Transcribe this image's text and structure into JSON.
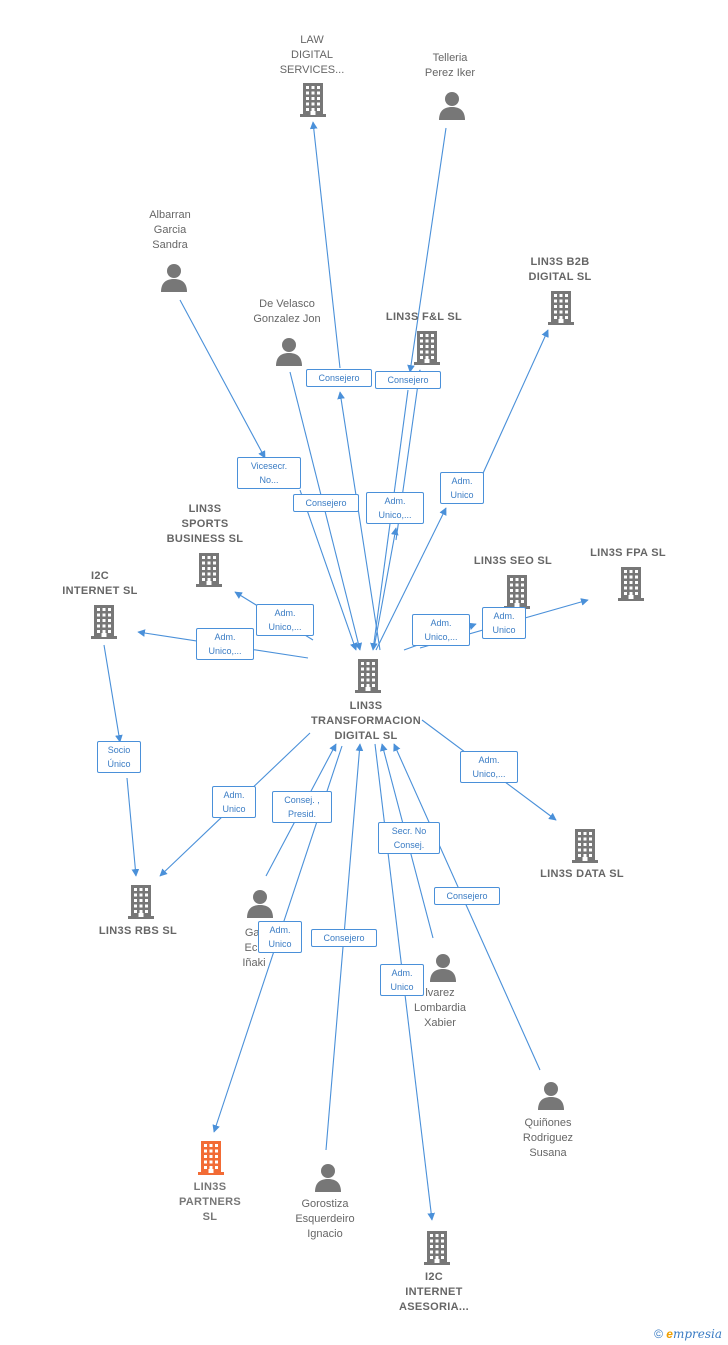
{
  "colors": {
    "edge": "#4a90d9",
    "node": "#777777",
    "highlight": "#f26b35"
  },
  "nodes": {
    "law": {
      "label": "LAW\nDIGITAL\nSERVICES...",
      "kind": "company"
    },
    "telleria": {
      "label": "Telleria\nPerez Iker",
      "kind": "person"
    },
    "albarran": {
      "label": "Albarran\nGarcia\nSandra",
      "kind": "person"
    },
    "develasco": {
      "label": "De Velasco\nGonzalez Jon",
      "kind": "person"
    },
    "fl": {
      "label": "LIN3S F&L SL",
      "kind": "company"
    },
    "b2b": {
      "label": "LIN3S B2B\nDIGITAL SL",
      "kind": "company"
    },
    "sports": {
      "label": "LIN3S\nSPORTS\nBUSINESS SL",
      "kind": "company"
    },
    "i2c": {
      "label": "I2C\nINTERNET SL",
      "kind": "company"
    },
    "seo": {
      "label": "LIN3S SEO SL",
      "kind": "company"
    },
    "fpa": {
      "label": "LIN3S FPA SL",
      "kind": "company"
    },
    "center": {
      "label": "LIN3S\nTRANSFORMACION\nDIGITAL SL",
      "kind": "company"
    },
    "rbs": {
      "label": "LIN3S RBS SL",
      "kind": "company"
    },
    "garcia": {
      "label": "Gar\nEch\nIñaki",
      "kind": "person"
    },
    "data": {
      "label": "LIN3S DATA SL",
      "kind": "company"
    },
    "alvarez": {
      "label": "lvarez\nLombardia\nXabier",
      "kind": "person"
    },
    "quinones": {
      "label": "Quiñones\nRodriguez\nSusana",
      "kind": "person"
    },
    "partners": {
      "label": "LIN3S\nPARTNERS\nSL",
      "kind": "company",
      "highlight": true
    },
    "gorostiza": {
      "label": "Gorostiza\nEsquerdeiro\nIgnacio",
      "kind": "person"
    },
    "i2casesoria": {
      "label": "I2C\nINTERNET\nASESORIA...",
      "kind": "company"
    }
  },
  "edge_labels": {
    "law_consejero": "Consejero",
    "fl_consejero": "Consejero",
    "albarran_vicesecr": "Vicesecr.\nNo...",
    "develasco_consejero": "Consejero",
    "fl_adm": "Adm.\nUnico,...",
    "b2b_adm": "Adm.\nUnico",
    "sports_adm": "Adm.\nUnico,...",
    "i2c_adm": "Adm.\nUnico,...",
    "seo_adm": "Adm.\nUnico,...",
    "fpa_adm": "Adm.\nUnico",
    "i2c_socio": "Socio\nÚnico",
    "rbs_adm": "Adm.\nUnico",
    "garcia_consej": "Consej. ,\nPresid.",
    "data_adm": "Adm.\nUnico,...",
    "alvarez_secr": "Secr. No\nConsej.",
    "quinones_consejero": "Consejero",
    "partners_adm": "Adm.\nUnico",
    "gorostiza_consejero": "Consejero",
    "i2casesoria_adm": "Adm.\nUnico"
  },
  "brand": {
    "copyright": "©",
    "e": "e",
    "rest": "mpresia"
  }
}
